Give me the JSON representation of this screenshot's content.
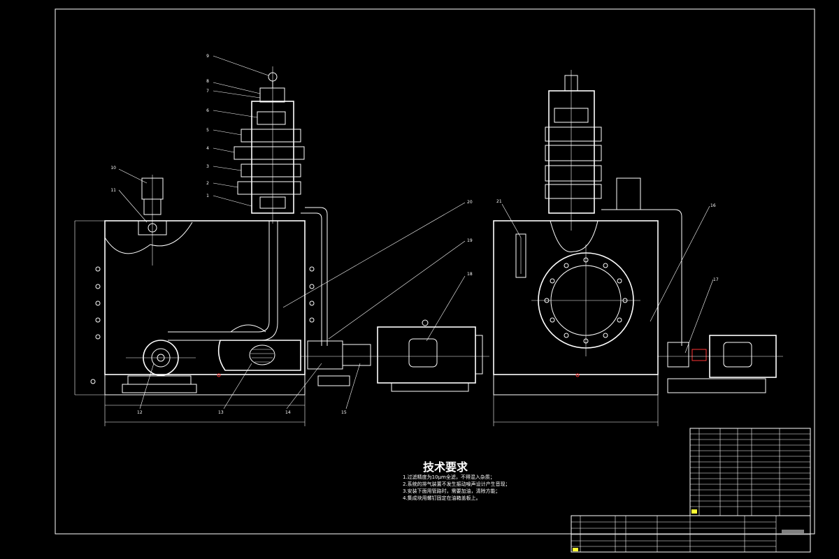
{
  "drawing": {
    "callouts": [
      "1",
      "2",
      "3",
      "4",
      "5",
      "6",
      "7",
      "8",
      "9",
      "10",
      "11",
      "12",
      "13",
      "14",
      "15",
      "16",
      "17",
      "18",
      "19",
      "20",
      "21"
    ],
    "technical_requirements": {
      "title": "技术要求",
      "items": [
        "1.过滤精度为10μm全滤，不得混入杂质；",
        "2.系统的排气装置不发生振动噪声设计产生音现；",
        "3.安装下面用管路时，需要加油，清除方能；",
        "4.集成块用螺钉固定在油箱盖板上。"
      ]
    },
    "colors": {
      "background": "#000000",
      "lines": "#ffffff",
      "accent": "#ff3333"
    }
  }
}
